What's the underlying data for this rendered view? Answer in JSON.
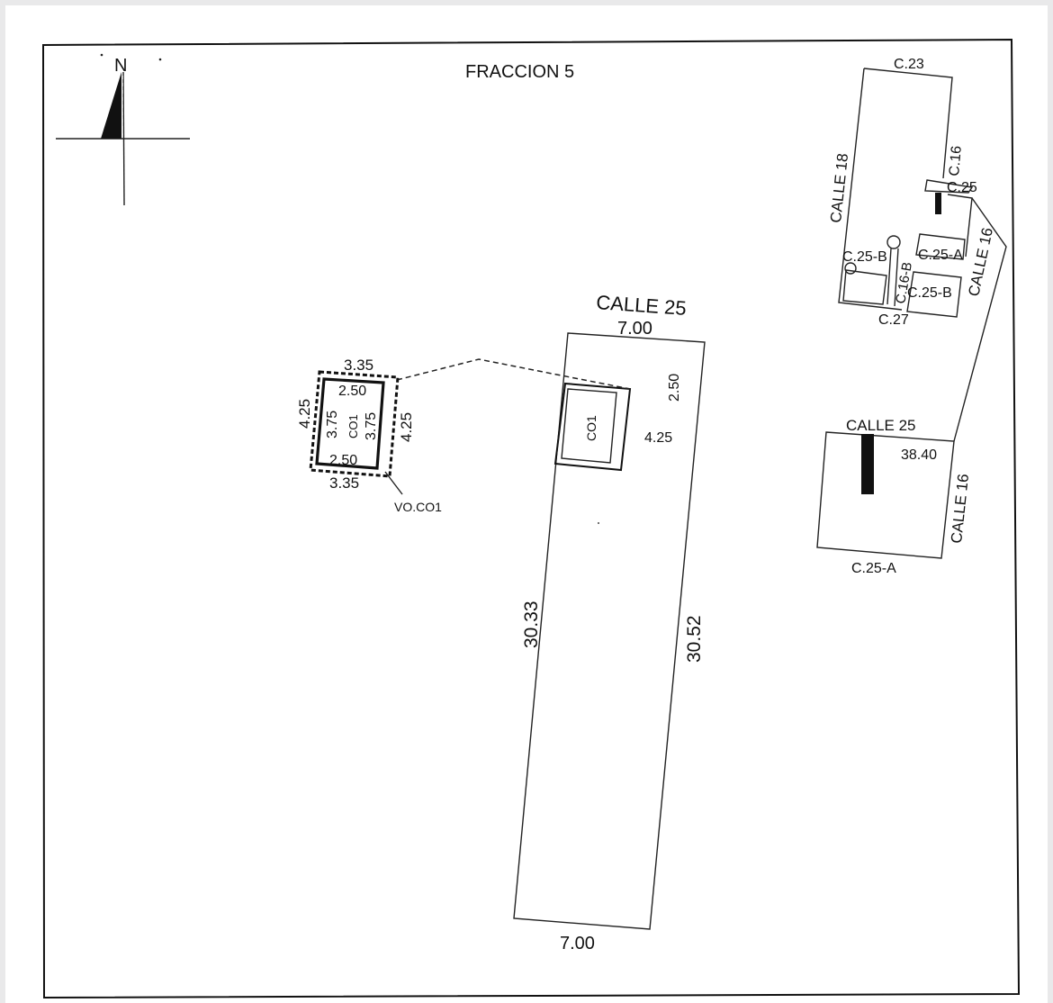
{
  "title": "FRACCION 5",
  "north": "N",
  "main_lot": {
    "street": "CALLE 25",
    "top_width": "7.00",
    "bottom_width": "7.00",
    "left_length": "30.33",
    "right_length": "30.52",
    "offset_top": "2.50",
    "offset_side": "4.25",
    "unit_label": "CO1"
  },
  "detail": {
    "outer_top": "3.35",
    "outer_bottom": "3.35",
    "outer_left": "4.25",
    "outer_right": "4.25",
    "inner_top": "2.50",
    "inner_bottom": "2.50",
    "inner_left": "3.75",
    "inner_right": "3.75",
    "unit_label": "CO1",
    "callout": "VO.CO1"
  },
  "location_map": {
    "c23": "C.23",
    "c16": "C.16",
    "c25": "C.25",
    "calle18": "CALLE 18",
    "calle16": "CALLE 16",
    "c25a": "C.25-A",
    "c25b_left": "C.25-B",
    "c16b": "C.16-B",
    "c25b_right": "C.25-B",
    "c27": "C.27"
  },
  "block_map": {
    "calle25": "CALLE 25",
    "length": "38.40",
    "calle16": "CALLE 16",
    "c25a": "C.25-A"
  }
}
